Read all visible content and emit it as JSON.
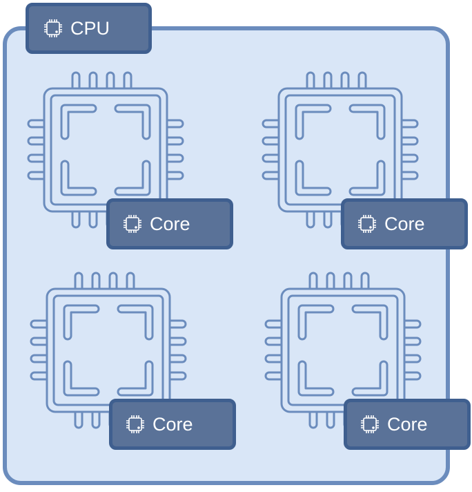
{
  "cpu": {
    "label": "CPU",
    "icon": "chip-icon"
  },
  "cores": [
    {
      "label": "Core",
      "icon": "chip-icon"
    },
    {
      "label": "Core",
      "icon": "chip-icon"
    },
    {
      "label": "Core",
      "icon": "chip-icon"
    },
    {
      "label": "Core",
      "icon": "chip-icon"
    }
  ],
  "colors": {
    "container_fill": "#d9e6f7",
    "container_border": "#6b8cbd",
    "tag_fill": "#5a7298",
    "tag_border": "#3f5f8f",
    "chip_stroke": "#6b8cbd"
  }
}
